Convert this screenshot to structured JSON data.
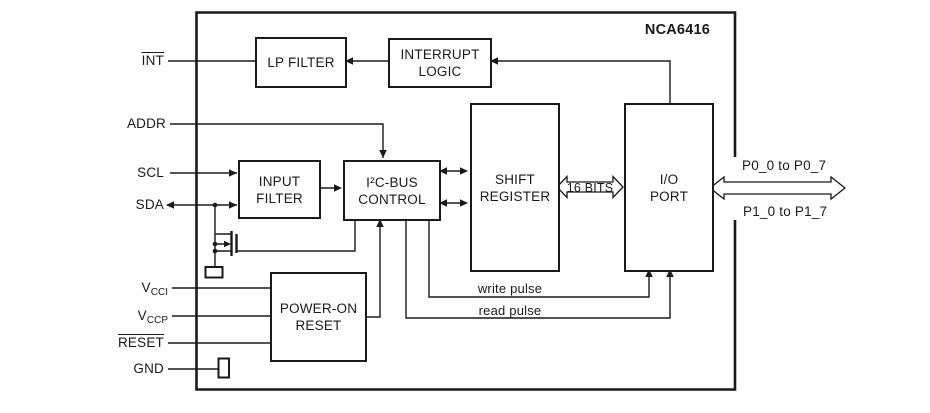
{
  "title": "NCA6416",
  "pins": {
    "int": {
      "label": "INT"
    },
    "addr": {
      "label": "ADDR"
    },
    "scl": {
      "label": "SCL"
    },
    "sda": {
      "label": "SDA"
    },
    "vcci": {
      "base": "V",
      "sub": "CCI"
    },
    "vccp": {
      "base": "V",
      "sub": "CCP"
    },
    "reset": {
      "label": "RESET"
    },
    "gnd": {
      "label": "GND"
    }
  },
  "blocks": {
    "lp_filter": {
      "label": "LP FILTER"
    },
    "interrupt_logic": {
      "label": "INTERRUPT\nLOGIC"
    },
    "input_filter": {
      "label": "INPUT\nFILTER"
    },
    "i2c_bus_control": {
      "label": "I²C-BUS\nCONTROL"
    },
    "shift_register": {
      "label": "SHIFT\nREGISTER"
    },
    "io_port": {
      "label": "I/O\nPORT"
    },
    "power_on_reset": {
      "label": "POWER-ON\nRESET"
    }
  },
  "bus_labels": {
    "sixteen_bits": "16 BITS",
    "p0": "P0_0 to P0_7",
    "p1": "P1_0 to P1_7"
  },
  "signal_labels": {
    "write_pulse": "write pulse",
    "read_pulse": "read pulse"
  },
  "colors": {
    "line": "#1a1a1a",
    "background": "#ffffff"
  }
}
